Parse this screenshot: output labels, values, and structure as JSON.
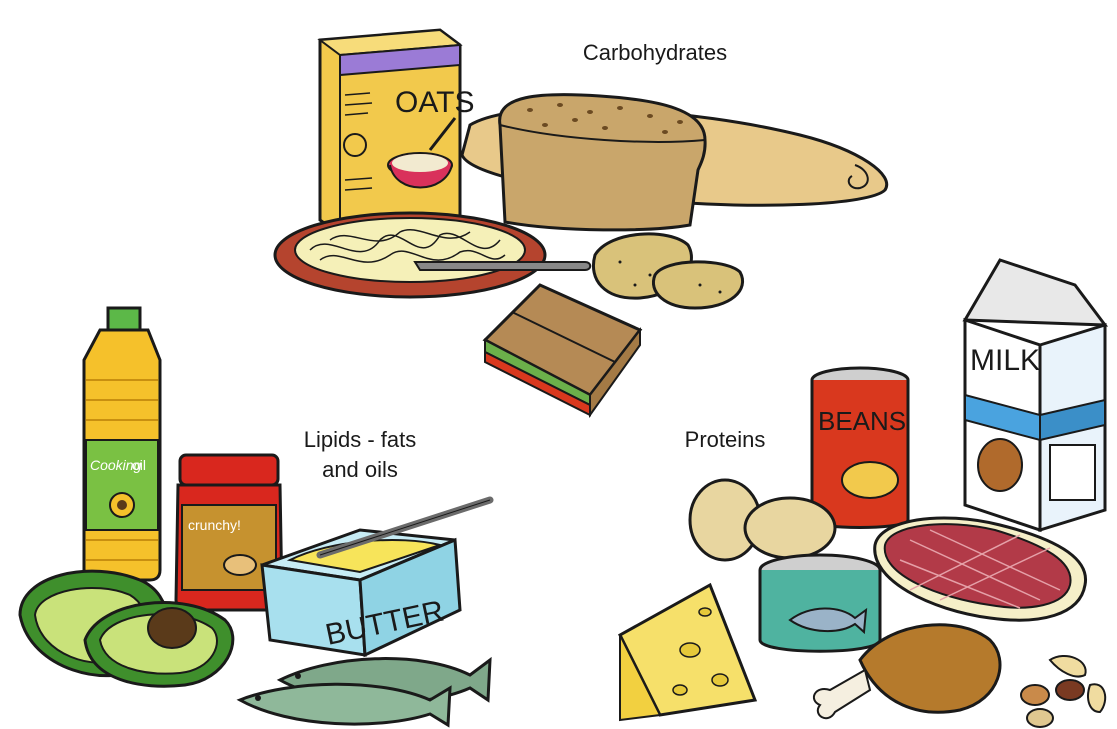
{
  "groups": {
    "carbohydrates": {
      "label": "Carbohydrates"
    },
    "lipids": {
      "label_line1": "Lipids - fats",
      "label_line2": "and oils"
    },
    "proteins": {
      "label": "Proteins"
    }
  },
  "package_text": {
    "oats": "OATS",
    "cooking_oil_1": "Cooking",
    "cooking_oil_2": "oil",
    "peanut_butter": "crunchy!",
    "butter": "BUTTER",
    "beans": "BEANS",
    "milk": "MILK"
  },
  "colors": {
    "outline": "#1a1a1a",
    "oats_box": "#f2c94c",
    "oats_stripe": "#9b7bd6",
    "bread": "#c9a66b",
    "baguette": "#e8c98a",
    "pasta_plate": "#b5442e",
    "pasta": "#f5f0b8",
    "potato": "#d9c27a",
    "oil_bottle": "#f5c12b",
    "oil_label": "#7ac143",
    "peanut_jar": "#d9271e",
    "butter_tub": "#a8e0ee",
    "butter": "#f7e45a",
    "avocado_skin": "#3f8f2c",
    "avocado_flesh": "#c9e27a",
    "fish": "#7fa88a",
    "beans_can": "#d9381e",
    "milk_carton": "#4aa3df",
    "steak": "#b23a48",
    "cheese": "#f6e06a",
    "chicken": "#b57a2c",
    "tuna_can": "#4fb3a0"
  }
}
